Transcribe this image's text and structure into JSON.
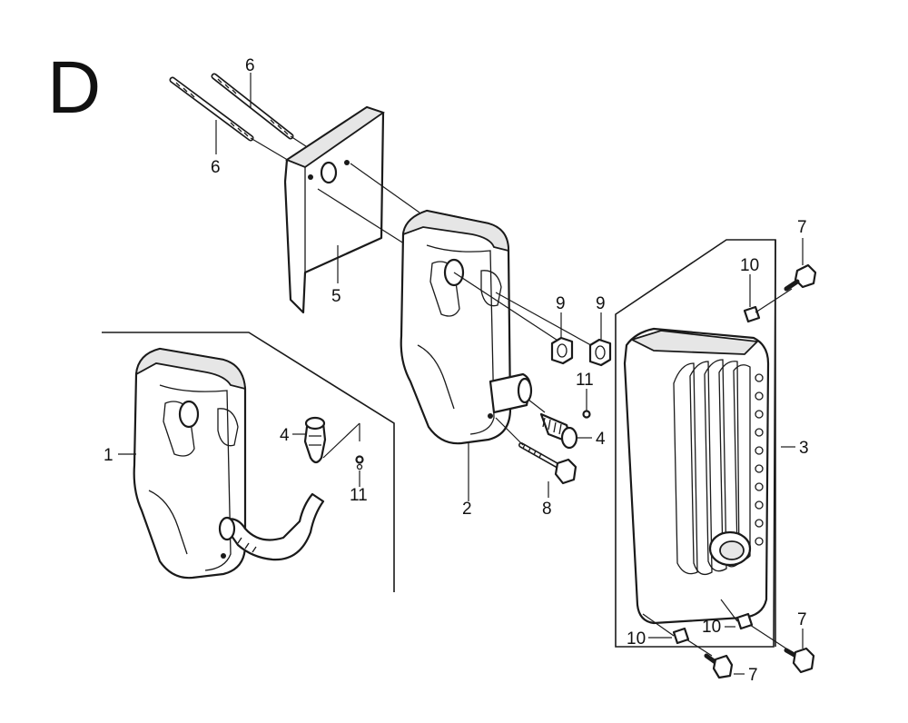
{
  "section_letter": "D",
  "callouts": {
    "c1": "1",
    "c2": "2",
    "c3": "3",
    "c4a": "4",
    "c4b": "4",
    "c5": "5",
    "c6a": "6",
    "c6b": "6",
    "c7a": "7",
    "c7b": "7",
    "c7c": "7",
    "c8": "8",
    "c9a": "9",
    "c9b": "9",
    "c10a": "10",
    "c10b": "10",
    "c10c": "10",
    "c11a": "11",
    "c11b": "11"
  }
}
